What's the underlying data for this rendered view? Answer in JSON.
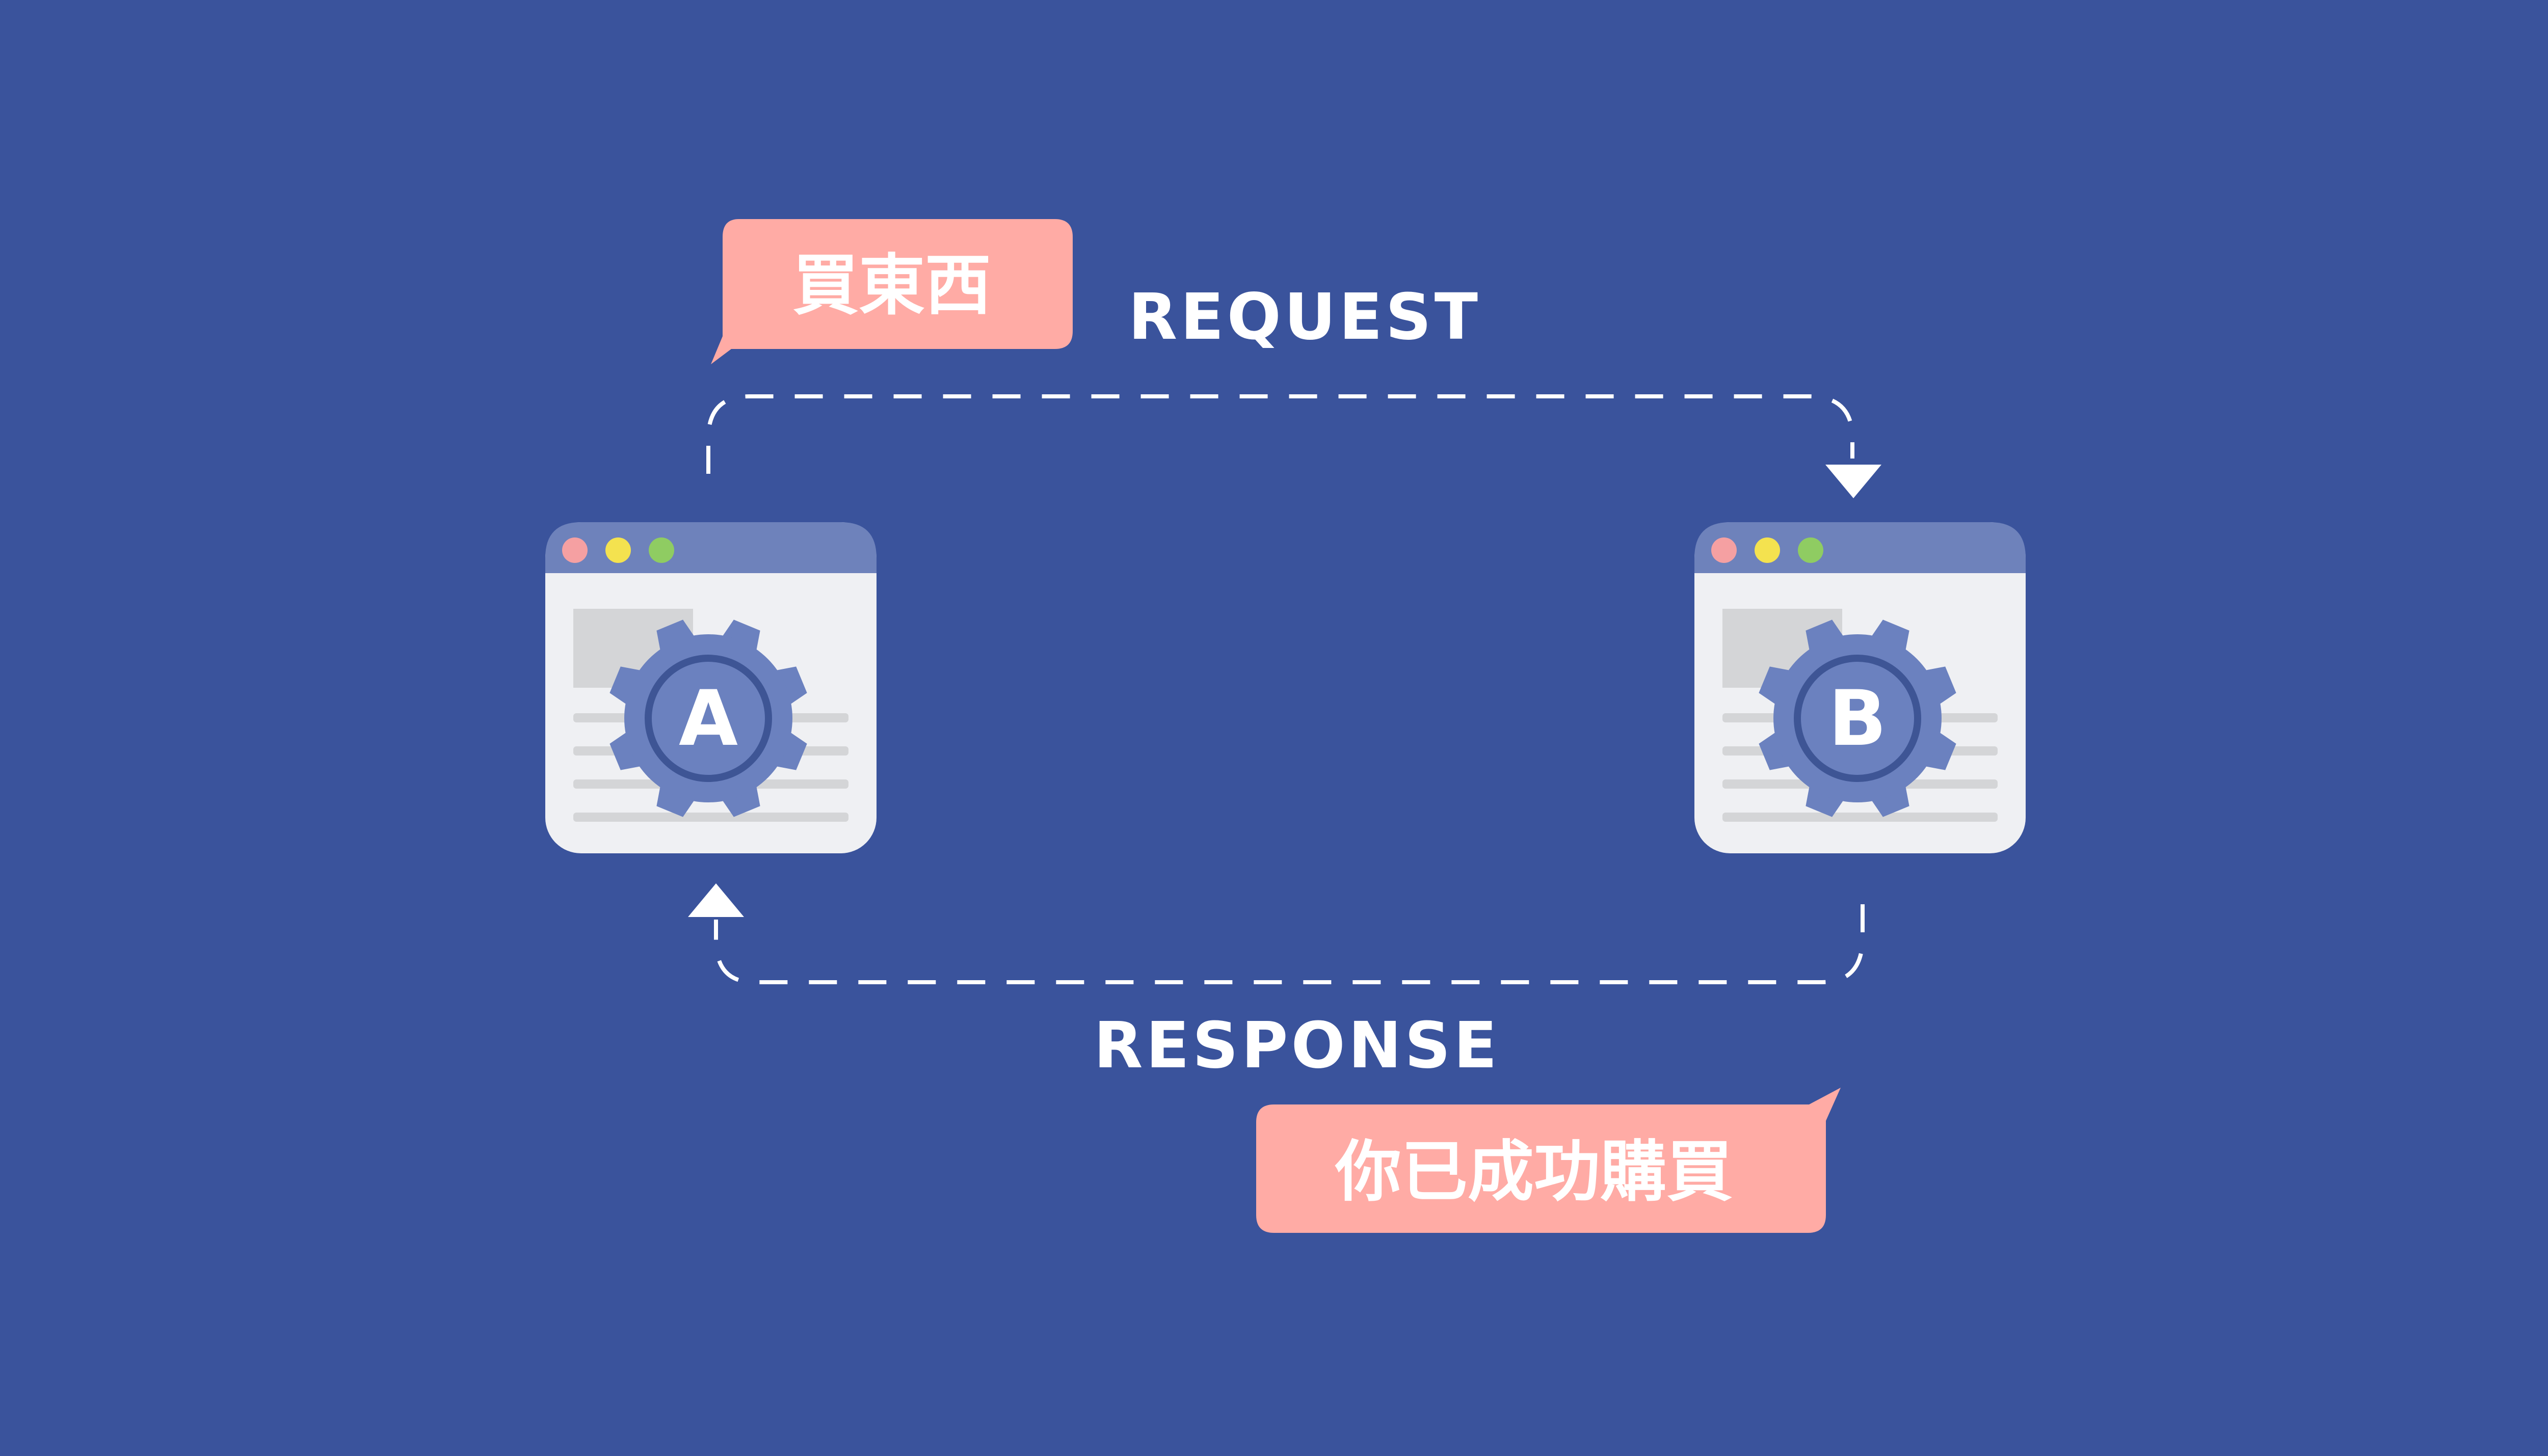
{
  "request_bubble": {
    "text": "買東西"
  },
  "response_bubble": {
    "text": "你已成功購買"
  },
  "labels": {
    "request": "REQUEST",
    "response": "RESPONSE"
  },
  "windows": [
    {
      "letter": "A"
    },
    {
      "letter": "B"
    }
  ],
  "colors": {
    "background": "#3a539c",
    "bubble": "#ffaba5",
    "window_bar": "#6e82bb",
    "window_body": "#eff0f3",
    "gear": "#6b81bf",
    "gear_ring": "#3e5595",
    "dot_red": "#f5a0a2",
    "dot_yellow": "#f4e24f",
    "dot_green": "#8fcc62",
    "arrow": "#ffffff"
  }
}
